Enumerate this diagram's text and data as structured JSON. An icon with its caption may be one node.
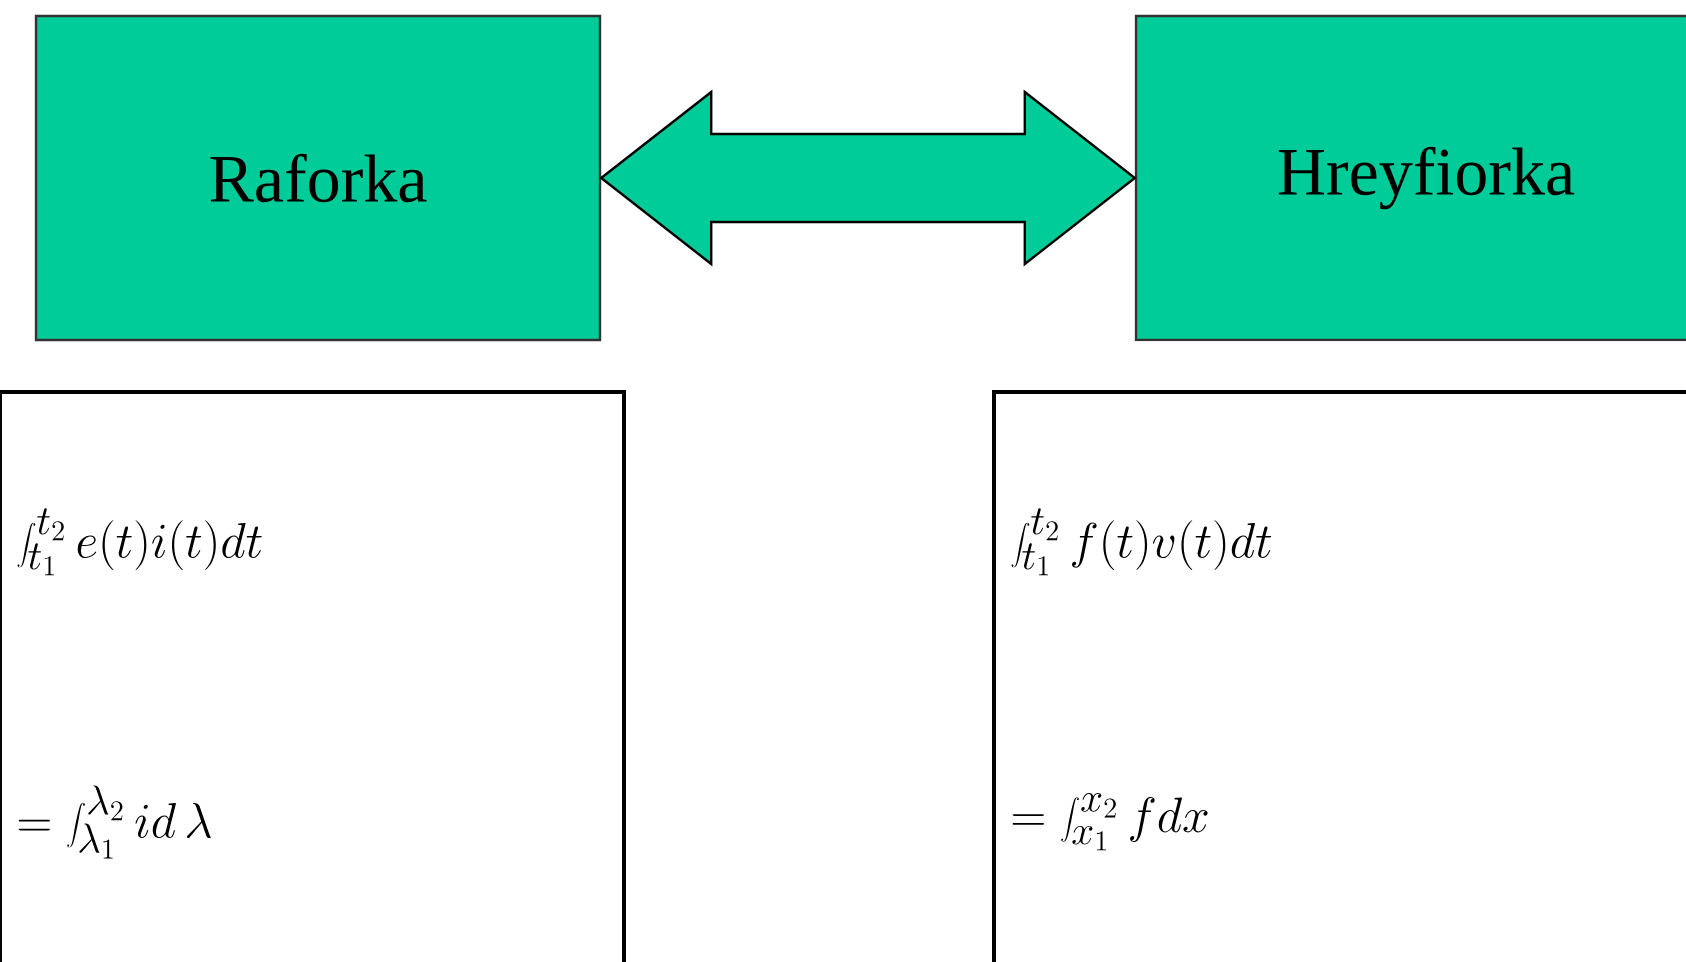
{
  "diagram": {
    "nodes": [
      {
        "text": [
          "Raforka"
        ]
      },
      {
        "text": [
          "Hreyfiorka"
        ]
      },
      {
        "text": [
          "\\int_{t_1}^{t_2} e(t)i(t)dt",
          "= \\int_{\\lambda_1}^{\\lambda_2} id\\,\\lambda"
        ]
      },
      {
        "text": [
          "\\int_{t_1}^{t_2} f(t)v(t)dt",
          "= \\int_{x_1}^{x_2} fdx"
        ]
      }
    ],
    "edges": [
      {
        "from": 0,
        "to": 1,
        "arrow": "both"
      }
    ]
  }
}
